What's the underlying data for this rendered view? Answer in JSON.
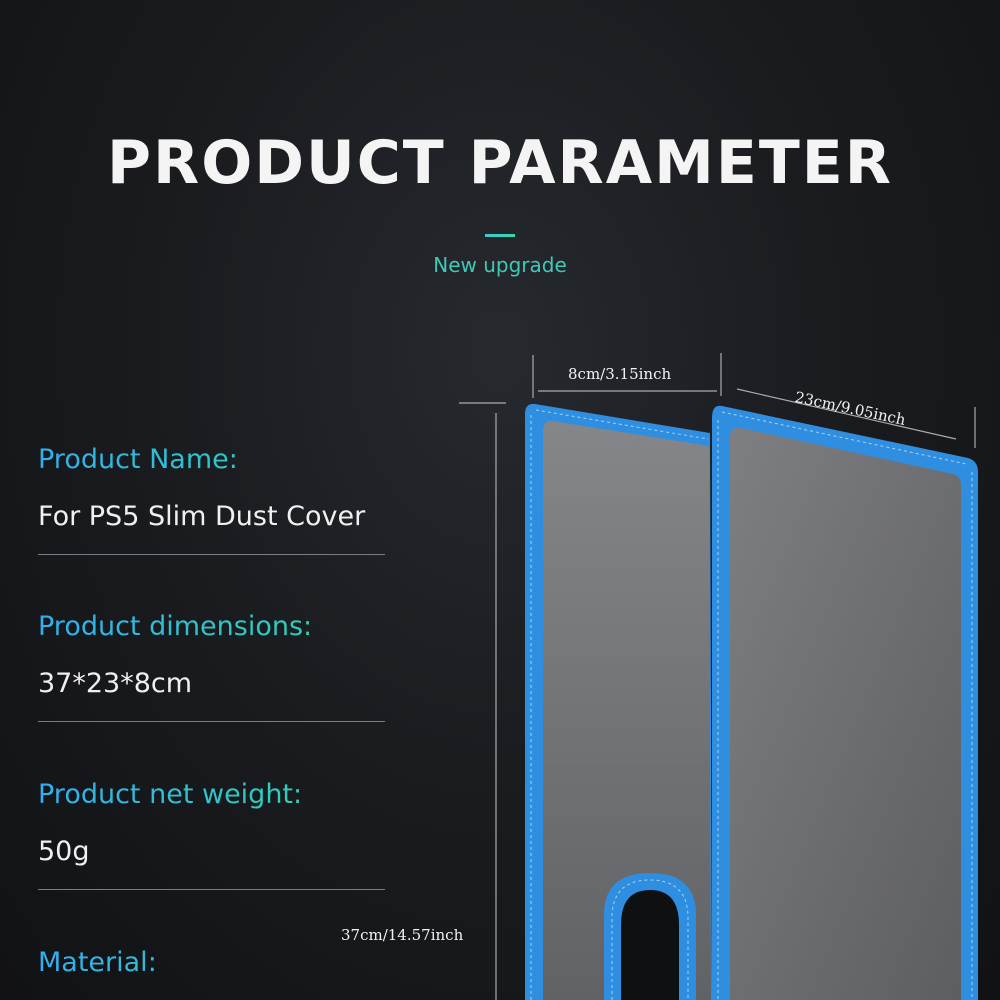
{
  "header": {
    "title": "PRODUCT PARAMETER",
    "subtitle": "New upgrade"
  },
  "specs": [
    {
      "label": "Product Name:",
      "value": "For PS5 Slim Dust Cover"
    },
    {
      "label": "Product dimensions:",
      "value": "37*23*8cm"
    },
    {
      "label": "Product net weight:",
      "value": "50g"
    },
    {
      "label": "Material:",
      "value": ""
    }
  ],
  "dimensions": {
    "width": "8cm/3.15inch",
    "depth": "23cm/9.05inch",
    "height": "37cm/14.57inch"
  },
  "colors": {
    "accent_blue": "#2fa8e8",
    "accent_green": "#33d2a8",
    "panel_gray": "#6b6c6f"
  }
}
